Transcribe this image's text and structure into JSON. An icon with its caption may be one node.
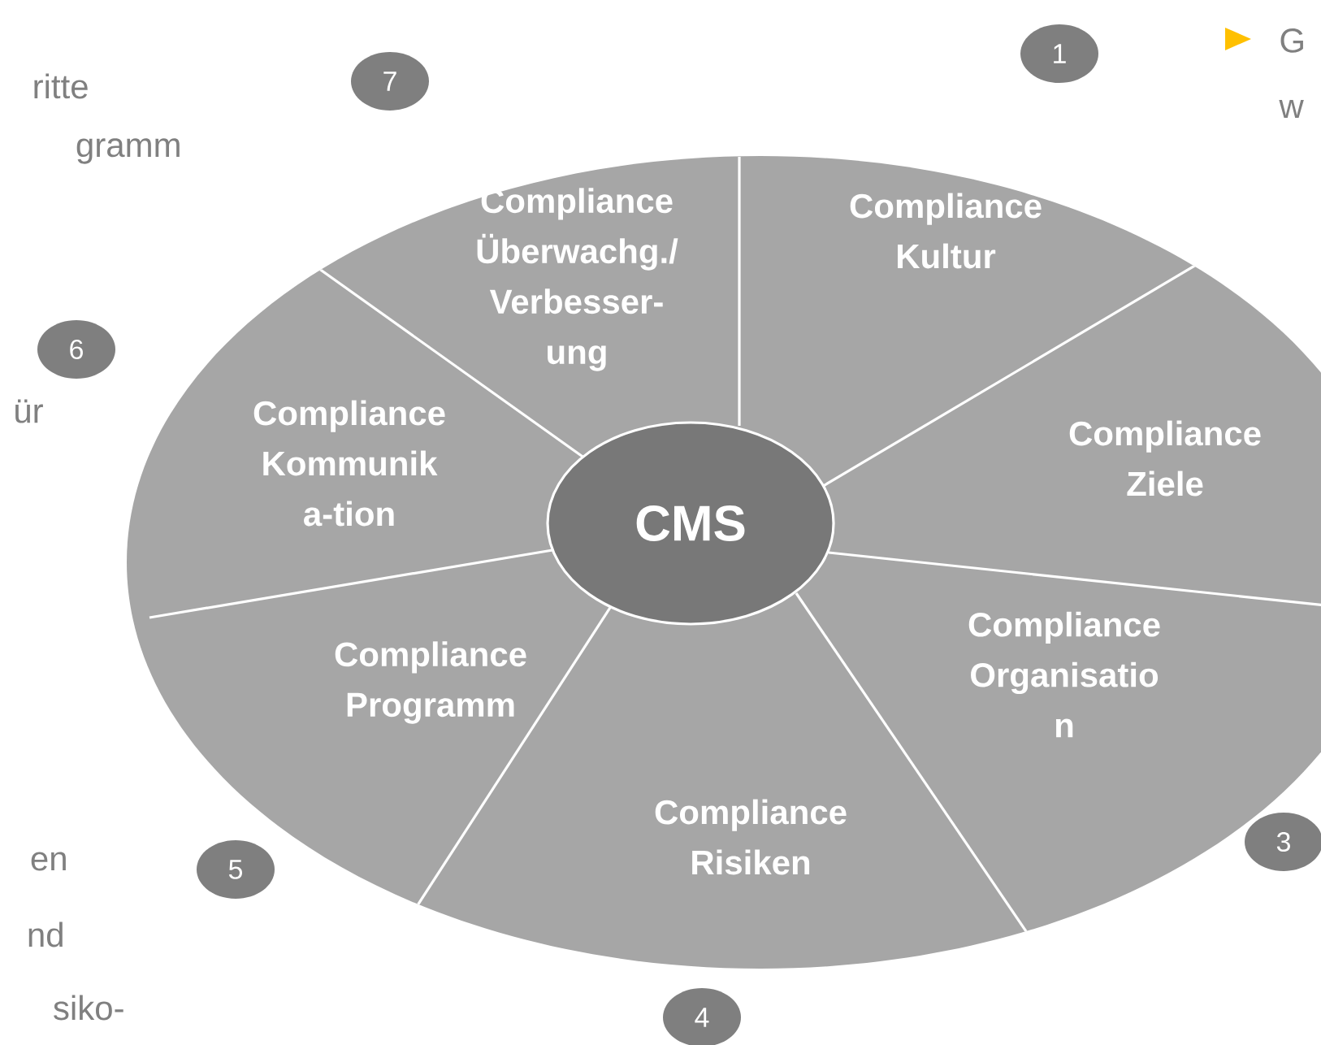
{
  "diagram": {
    "nodes": [
      {
        "text": [
          "Compliance Kultur"
        ]
      },
      {
        "text": [
          "Compliance Ziele"
        ]
      },
      {
        "text": [
          "Compliance Organisatio n"
        ]
      },
      {
        "text": [
          "Compliance Risiken"
        ]
      },
      {
        "text": [
          "Compliance Programm"
        ]
      },
      {
        "text": [
          "Compliance Kommunik a-tion"
        ]
      },
      {
        "text": [
          "Compliance Überwachg./ Verbesser- ung"
        ]
      },
      {
        "text": [
          "CMS"
        ]
      },
      {
        "text": [
          "1"
        ]
      },
      {
        "text": [
          "3"
        ]
      },
      {
        "text": [
          "4"
        ]
      },
      {
        "text": [
          "5"
        ]
      },
      {
        "text": [
          "6"
        ]
      },
      {
        "text": [
          "7"
        ]
      }
    ],
    "labels": [
      "ritte",
      "gramm",
      "ür",
      "en",
      "nd",
      "siko-",
      "G",
      "w"
    ]
  }
}
